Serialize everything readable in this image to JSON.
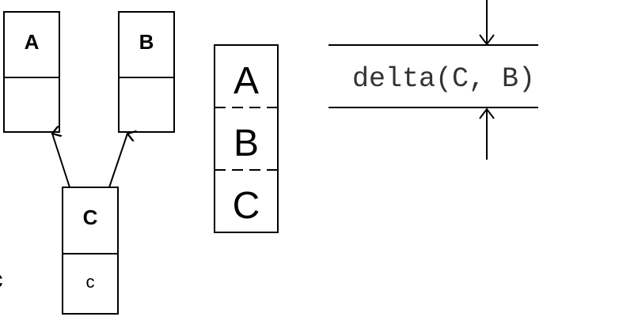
{
  "inheritance": {
    "class_a": {
      "name": "A"
    },
    "class_b": {
      "name": "B"
    },
    "class_c": {
      "name": "C",
      "member": "c"
    }
  },
  "layout_stack": [
    "A",
    "B",
    "C"
  ],
  "offset_annotation": {
    "text": "delta(C, B)"
  },
  "partial_glyph": "c"
}
